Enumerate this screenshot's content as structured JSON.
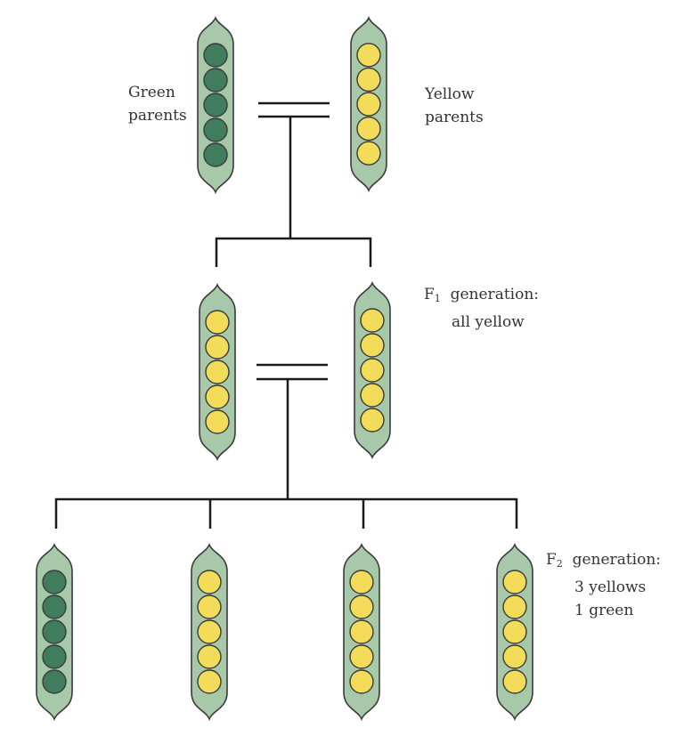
{
  "colors": {
    "pod_fill": "#a8c8aa",
    "pod_stroke": "#3a3a3a",
    "green_pea": "#3f7d5e",
    "yellow_pea": "#f3dc5a",
    "line": "#1a1a1a"
  },
  "parents": {
    "green_label_line1": "Green",
    "green_label_line2": "parents",
    "yellow_label_line1": "Yellow",
    "yellow_label_line2": "parents",
    "left_pod": {
      "pea_color": "green",
      "peas": 5
    },
    "right_pod": {
      "pea_color": "yellow",
      "peas": 5
    }
  },
  "f1": {
    "label_prefix": "F",
    "label_subscript": "1",
    "label_rest": "generation:",
    "label_line2": "all yellow",
    "pods": [
      {
        "pea_color": "yellow",
        "peas": 5
      },
      {
        "pea_color": "yellow",
        "peas": 5
      }
    ]
  },
  "f2": {
    "label_prefix": "F",
    "label_subscript": "2",
    "label_rest": "generation:",
    "label_line2": "3 yellows",
    "label_line3": "1 green",
    "pods": [
      {
        "pea_color": "green",
        "peas": 5
      },
      {
        "pea_color": "yellow",
        "peas": 5
      },
      {
        "pea_color": "yellow",
        "peas": 5
      },
      {
        "pea_color": "yellow",
        "peas": 5
      }
    ]
  }
}
